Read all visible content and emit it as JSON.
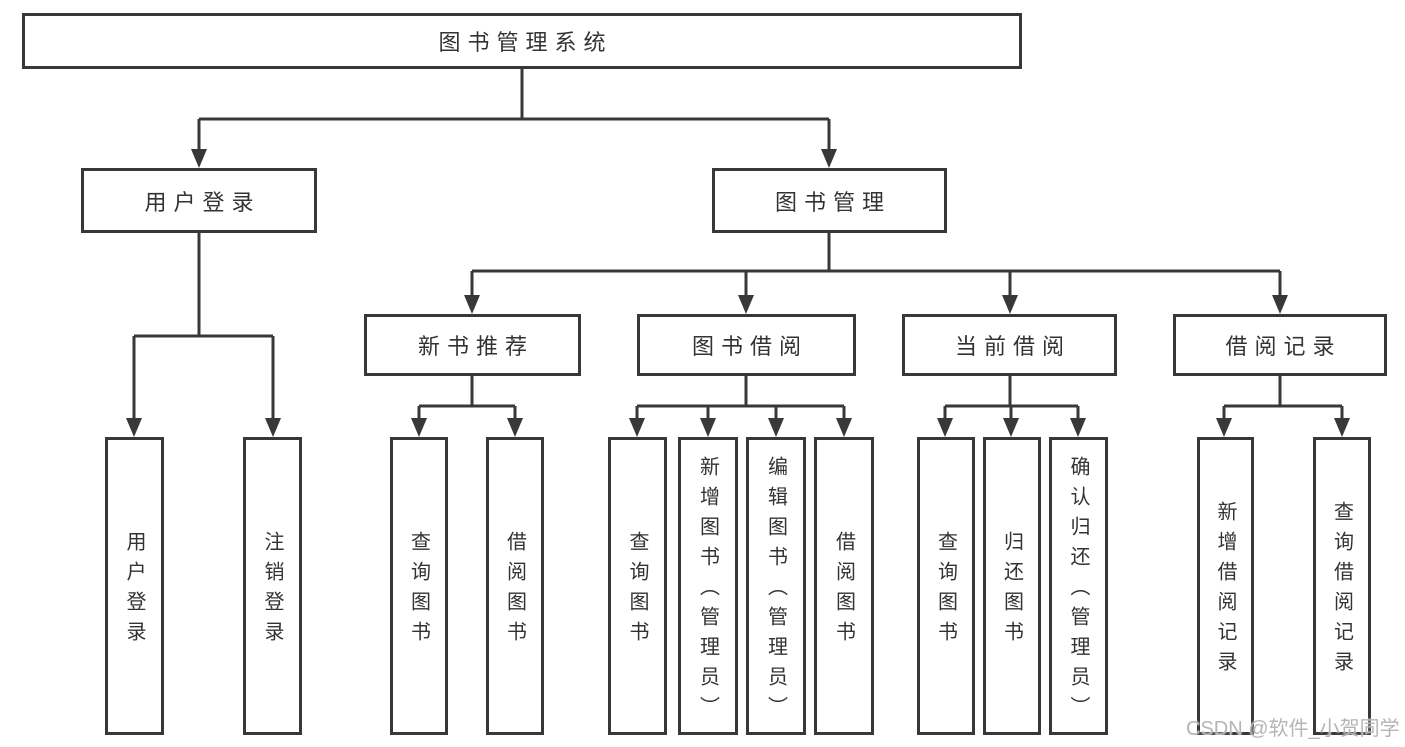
{
  "diagram": {
    "root": {
      "label": "图书管理系统"
    },
    "level2": [
      {
        "label": "用户登录",
        "leaves": [
          {
            "label": "用户登录"
          },
          {
            "label": "注销登录"
          }
        ]
      },
      {
        "label": "图书管理",
        "groups": [
          {
            "label": "新书推荐",
            "leaves": [
              {
                "label": "查询图书"
              },
              {
                "label": "借阅图书"
              }
            ]
          },
          {
            "label": "图书借阅",
            "leaves": [
              {
                "label": "查询图书"
              },
              {
                "label": "新增图书（管理员）"
              },
              {
                "label": "编辑图书（管理员）"
              },
              {
                "label": "借阅图书"
              }
            ]
          },
          {
            "label": "当前借阅",
            "leaves": [
              {
                "label": "查询图书"
              },
              {
                "label": "归还图书"
              },
              {
                "label": "确认归还（管理员）"
              }
            ]
          },
          {
            "label": "借阅记录",
            "leaves": [
              {
                "label": "新增借阅记录"
              },
              {
                "label": "查询借阅记录"
              }
            ]
          }
        ]
      }
    ]
  },
  "watermark": {
    "text": "CSDN @软件_小贺同学"
  },
  "colors": {
    "line": "#383838",
    "text": "#333333",
    "background": "#ffffff",
    "watermark": "#b5b5b5"
  }
}
